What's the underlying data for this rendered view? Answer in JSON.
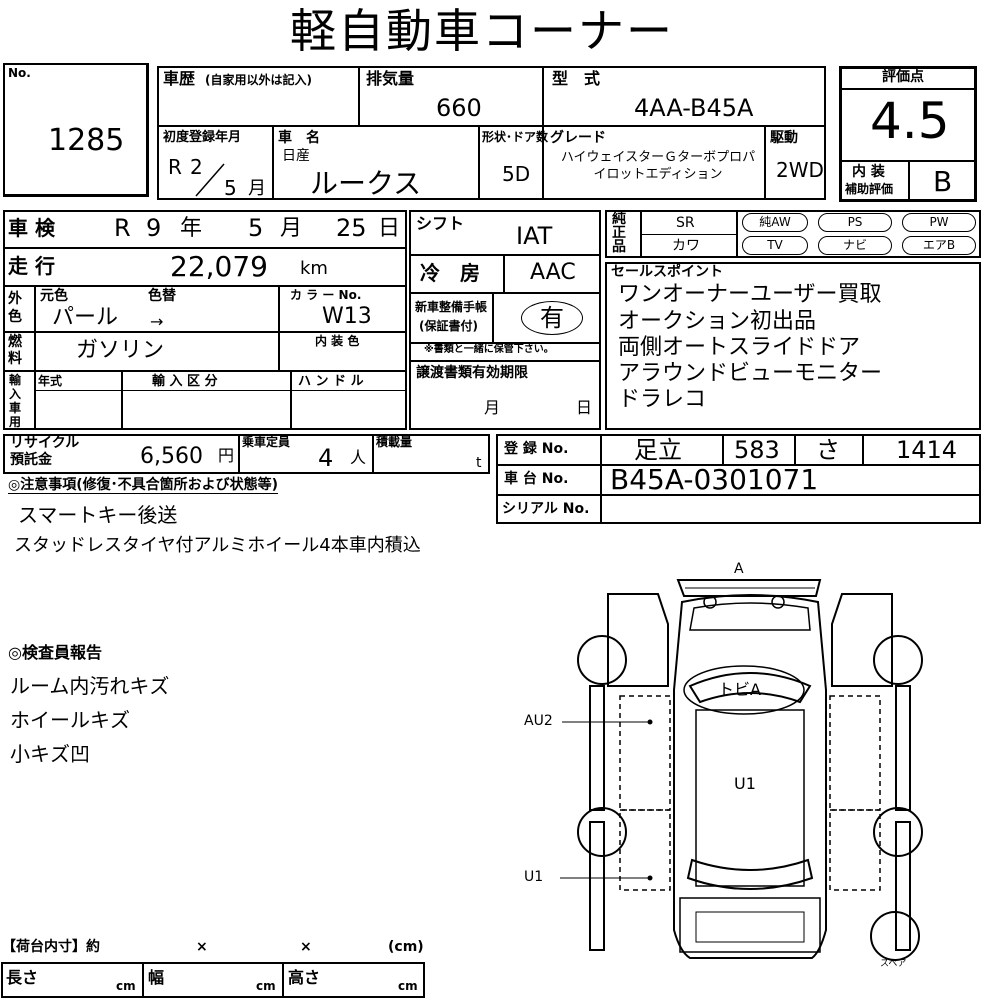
{
  "title": "軽自動車コーナー",
  "lot": {
    "label": "No.",
    "value": "1285"
  },
  "history": {
    "label": "車歴",
    "sub": "(自家用以外は記入)"
  },
  "displacement": {
    "label": "排気量",
    "value": "660"
  },
  "model": {
    "label": "型　式",
    "value": "4AA-B45A"
  },
  "score": {
    "label": "評価点",
    "value": "4.5",
    "interior_label_1": "内 装",
    "interior_label_2": "補助評価",
    "interior_value": "B"
  },
  "first_reg": {
    "label": "初度登録年月",
    "era": "R",
    "year": "2",
    "month": "5",
    "month_unit": "月"
  },
  "car_name": {
    "label": "車　名",
    "maker": "日産",
    "value": "ルークス"
  },
  "body": {
    "label": "形状･ドア数",
    "value": "5D"
  },
  "grade": {
    "label": "グレード",
    "value": "ハイウェイスターＧターボプロパイロットエディション"
  },
  "drive": {
    "label": "駆動",
    "value": "2WD"
  },
  "inspection": {
    "label": "車 検",
    "era": "R",
    "year": "9",
    "year_unit": "年",
    "month": "5",
    "month_unit": "月",
    "day": "25",
    "day_unit": "日"
  },
  "shift": {
    "label": "シフト",
    "value": "IAT"
  },
  "equipment": {
    "row1_label": "純正品",
    "sr": "SR",
    "leather": "カワ",
    "items": [
      "純AW",
      "PS",
      "PW",
      "TV",
      "ナビ",
      "エアB"
    ]
  },
  "mileage": {
    "label": "走 行",
    "value": "22,079",
    "unit": "km"
  },
  "aircon": {
    "label": "冷　房",
    "value": "AAC"
  },
  "sales_points": {
    "label": "セールスポイント",
    "items": [
      "ワンオーナーユーザー買取",
      "オークション初出品",
      "両側オートスライドドア",
      "アラウンドビューモニター",
      "ドラレコ"
    ]
  },
  "exterior": {
    "label": "外色",
    "orig_label": "元色",
    "changed_label": "色替",
    "orig_value": "パール",
    "arrow": "→",
    "color_no_label": "カ ラ ー No.",
    "color_no": "W13"
  },
  "warranty": {
    "label_1": "新車整備手帳",
    "label_2": "(保証書付)",
    "value": "有",
    "note": "※書類と一緒に保管下さい。"
  },
  "fuel": {
    "label": "燃料",
    "value": "ガソリン",
    "interior_color_label": "内 装 色"
  },
  "import": {
    "label": "輸入車用",
    "year_label": "年式",
    "class_label": "輸 入 区 分",
    "handle_label": "ハ ン ド ル"
  },
  "transfer": {
    "label": "譲渡書類有効期限",
    "month_unit": "月",
    "day_unit": "日"
  },
  "recycle": {
    "label_1": "リサイクル",
    "label_2": "預託金",
    "value": "6,560",
    "unit": "円"
  },
  "capacity": {
    "label": "乗車定員",
    "value": "4",
    "unit": "人"
  },
  "load": {
    "label": "積載量",
    "unit": "t"
  },
  "registration": {
    "label": "登 録 No.",
    "area": "足立",
    "class": "583",
    "kana": "さ",
    "number": "1414"
  },
  "chassis": {
    "label": "車 台 No.",
    "value": "B45A-0301071"
  },
  "serial": {
    "label": "シリアル No."
  },
  "notes": {
    "label": "◎注意事項(修復･不具合箇所および状態等)",
    "items": [
      "スマートキー後送",
      "スタッドレスタイヤ付アルミホイール4本車内積込"
    ]
  },
  "inspector": {
    "label": "◎検査員報告",
    "items": [
      "ルーム内汚れキズ",
      "ホイールキズ",
      "小キズ凹"
    ]
  },
  "diagram": {
    "front": "A",
    "roof": "トビA",
    "panel": "U1",
    "left_callout_1": "AU2",
    "left_callout_2": "U1",
    "spare": "スペア"
  },
  "cargo": {
    "label": "【荷台内寸】約",
    "x1": "×",
    "x2": "×",
    "unit_label": "(cm)",
    "length": "長さ",
    "width": "幅",
    "height": "高さ",
    "cm": "cm"
  }
}
